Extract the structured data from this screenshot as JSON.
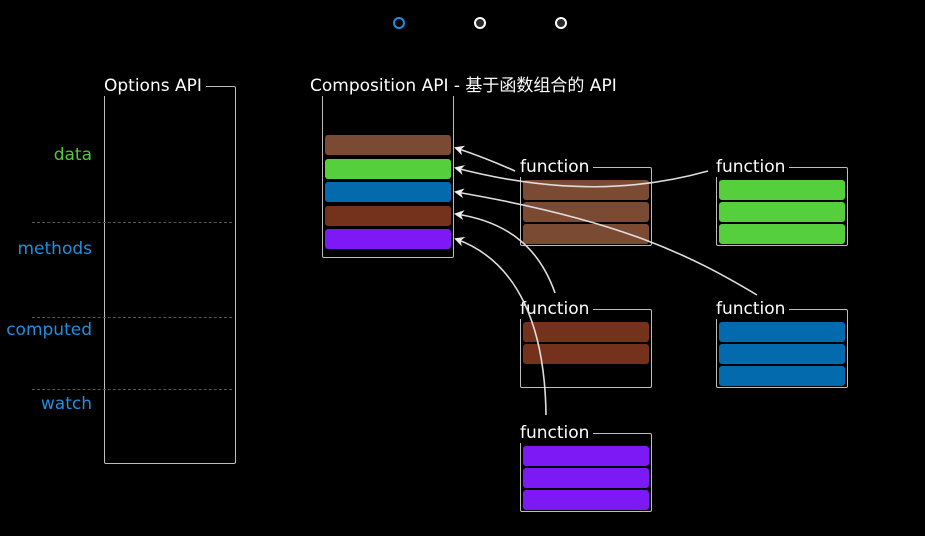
{
  "pagination": {
    "dots": [
      {
        "label": "slide-1",
        "active": true
      },
      {
        "label": "slide-2",
        "active": false
      },
      {
        "label": "slide-3",
        "active": false
      }
    ]
  },
  "options_api": {
    "title": "Options API",
    "sections": [
      {
        "label": "data",
        "color": "#52c73a"
      },
      {
        "label": "methods",
        "color": "#1f8fe0"
      },
      {
        "label": "computed",
        "color": "#1f8fe0"
      },
      {
        "label": "watch",
        "color": "#1f8fe0"
      }
    ]
  },
  "composition_api": {
    "title": "Composition API - 基于函数组合的 API",
    "stack_colors": [
      "#7b4a33",
      "#55d03c",
      "#026aad",
      "#74311c",
      "#7c19f5"
    ]
  },
  "functions": [
    {
      "label": "function",
      "color": "#7b4a33",
      "bars": 3
    },
    {
      "label": "function",
      "color": "#55d03c",
      "bars": 3
    },
    {
      "label": "function",
      "color": "#74311c",
      "bars": 2
    },
    {
      "label": "function",
      "color": "#026aad",
      "bars": 3
    },
    {
      "label": "function",
      "color": "#7c19f5",
      "bars": 3
    }
  ]
}
